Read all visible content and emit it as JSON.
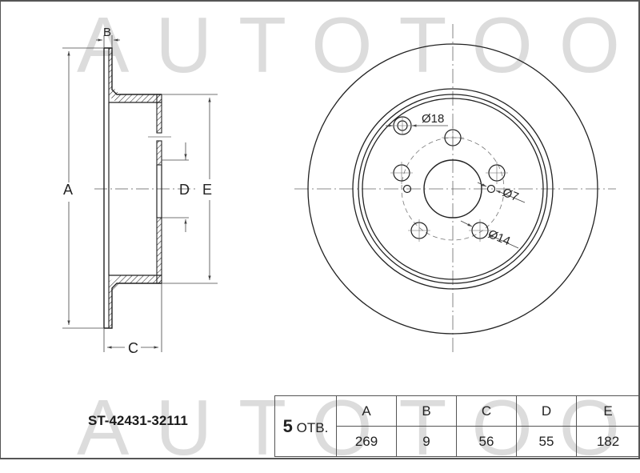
{
  "watermark": {
    "text": "AUTOTOOT"
  },
  "side_view": {
    "labels": {
      "A": "A",
      "B": "B",
      "C": "C",
      "D": "D",
      "E": "E"
    }
  },
  "front_view": {
    "callouts": {
      "hole_large": "Ø18",
      "hole_small": "Ø7",
      "stud_hole": "Ø14"
    }
  },
  "part_number": "ST-42431-32111",
  "spec_table": {
    "holes_count": "5",
    "holes_suffix": "ОТВ.",
    "headers": [
      "A",
      "B",
      "C",
      "D",
      "E"
    ],
    "values": [
      "269",
      "9",
      "56",
      "55",
      "182"
    ]
  }
}
